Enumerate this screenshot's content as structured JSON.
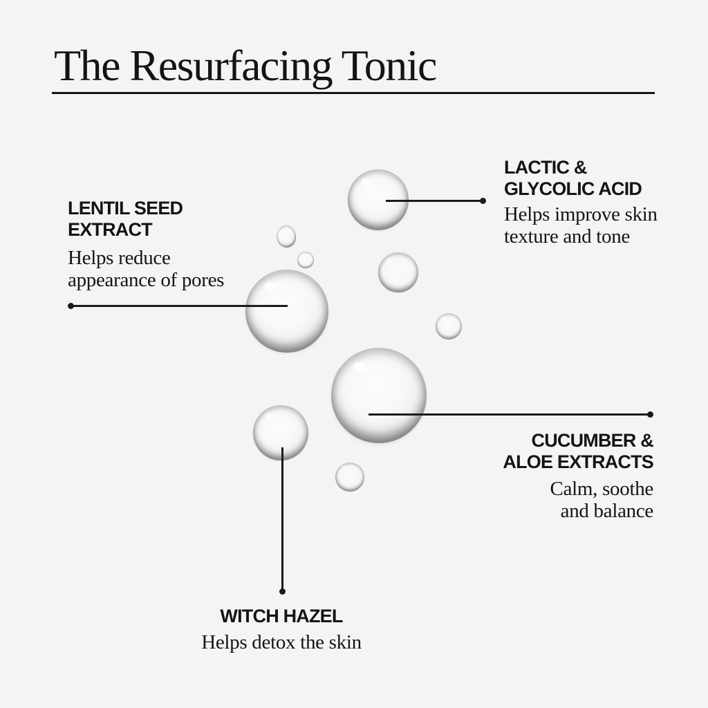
{
  "page": {
    "title": "The Resurfacing Tonic",
    "background_color": "#f4f4f2",
    "text_color": "#141414",
    "line_color": "#1a1a1a"
  },
  "callouts": [
    {
      "id": "lentil-seed-extract",
      "heading_line1": "LENTIL SEED",
      "heading_line2": "EXTRACT",
      "description_line1": "Helps reduce",
      "description_line2": "appearance of pores"
    },
    {
      "id": "lactic-glycolic-acid",
      "heading_line1": "LACTIC &",
      "heading_line2": "GLYCOLIC ACID",
      "description_line1": "Helps improve skin",
      "description_line2": "texture and tone"
    },
    {
      "id": "cucumber-aloe-extracts",
      "heading_line1": "CUCUMBER &",
      "heading_line2": "ALOE EXTRACTS",
      "description_line1": "Calm, soothe",
      "description_line2": "and balance"
    },
    {
      "id": "witch-hazel",
      "heading_line1": "WITCH HAZEL",
      "description_line1": "Helps detox the skin"
    }
  ]
}
